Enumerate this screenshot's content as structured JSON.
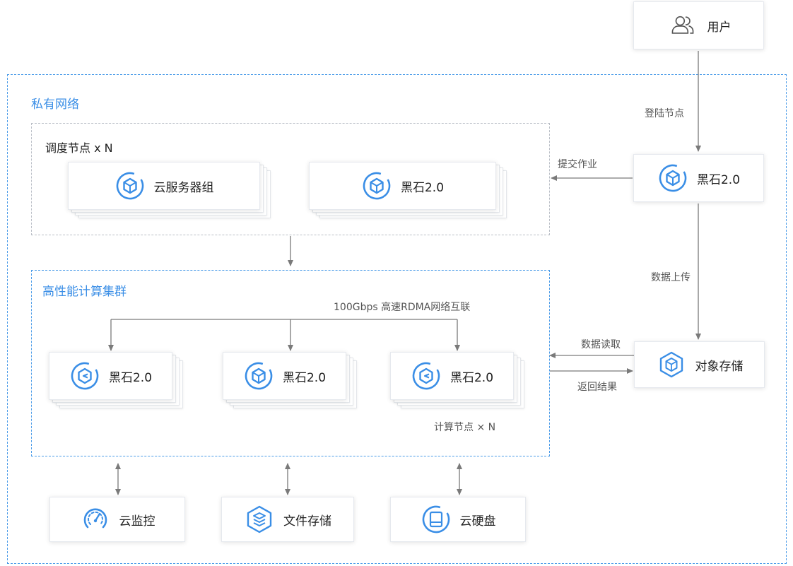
{
  "groups": {
    "private_network": "私有网络",
    "scheduler": "调度节点 x N",
    "hpc_cluster": "高性能计算集群",
    "interconnect": "100Gbps 高速RDMA网络互联",
    "compute_nodes": "计算节点 × N"
  },
  "nodes": {
    "user": "用户",
    "heishi_entry": "黑石2.0",
    "cloud_server_group": "云服务器组",
    "heishi_scheduler": "黑石2.0",
    "compute_1": "黑石2.0",
    "compute_2": "黑石2.0",
    "compute_3": "黑石2.0",
    "object_storage": "对象存储",
    "cloud_monitor": "云监控",
    "file_storage": "文件存储",
    "cloud_disk": "云硬盘"
  },
  "edges": {
    "login_node": "登陆节点",
    "submit_job": "提交作业",
    "data_upload": "数据上传",
    "data_read": "数据读取",
    "return_result": "返回结果"
  },
  "colors": {
    "accent": "#3a8ee6",
    "line": "#7a7a7a",
    "dash_blue": "#4a9be8",
    "dash_grey": "#b9bec6"
  }
}
